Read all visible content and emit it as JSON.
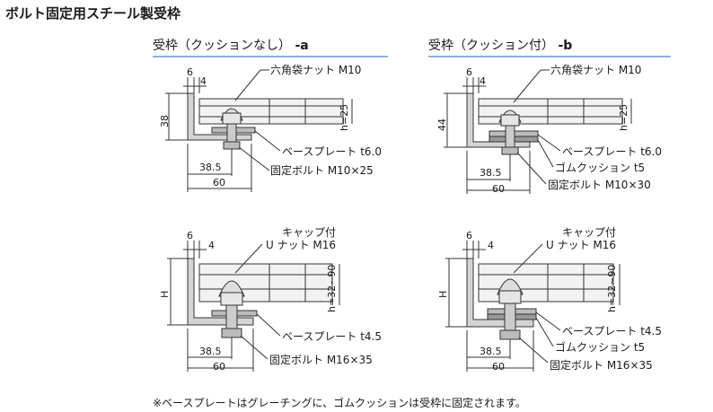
{
  "page_title": "ボルト固定用スチール製受枠",
  "sections": [
    {
      "title": "受枠（クッションなし）",
      "suffix": "-a",
      "top": {
        "labels": [
          "六角袋ナット M10",
          "ベースプレート t6.0",
          "固定ボルト M10×25"
        ],
        "dims": {
          "w1": "6",
          "w2": "4",
          "h": "38",
          "hr": "h=25",
          "d1": "38.5",
          "d2": "60"
        }
      },
      "bottom": {
        "labels": [
          "キャップ付",
          "U ナット M16",
          "ベースプレート t4.5",
          "固定ボルト M16×35"
        ],
        "dims": {
          "w1": "6",
          "w2": "4",
          "h": "H",
          "hr": "h=32~90",
          "d1": "38.5",
          "d2": "60"
        }
      }
    },
    {
      "title": "受枠（クッション付）",
      "suffix": "-b",
      "top": {
        "labels": [
          "六角袋ナット M10",
          "ベースプレート t6.0",
          "ゴムクッション t5",
          "固定ボルト M10×30"
        ],
        "dims": {
          "w1": "6",
          "w2": "4",
          "h": "44",
          "hr": "h=25",
          "d1": "38.5",
          "d2": "60"
        }
      },
      "bottom": {
        "labels": [
          "キャップ付",
          "U ナット M16",
          "ベースプレート t4.5",
          "ゴムクッション t5",
          "固定ボルト M16×35"
        ],
        "dims": {
          "w1": "6",
          "w2": "4",
          "h": "H",
          "hr": "h=32~90",
          "d1": "38.5",
          "d2": "60"
        }
      }
    }
  ],
  "footnote": "※ベースプレートはグレーチングに、ゴムクッションは受枠に固定されます。"
}
